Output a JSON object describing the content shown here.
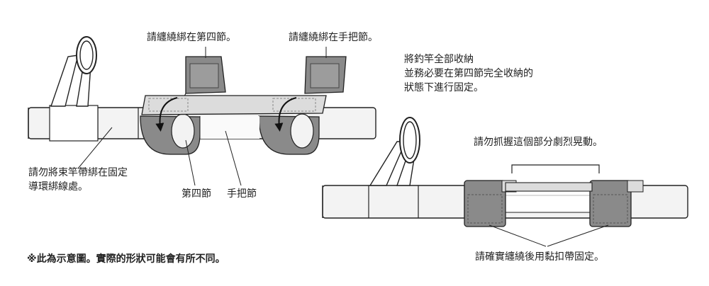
{
  "labels": {
    "wind_4th": "請纏繞綁在第四節。",
    "wind_handle": "請纏繞綁在手把節。",
    "store_line1": "將釣竿全部收納",
    "store_line2": "並務必要在第四節完全收納的",
    "store_line3": "狀態下進行固定。",
    "guide_line1": "請勿將束竿帶綁在固定",
    "guide_line2": "導環綁線處。",
    "part_4th": "第四節",
    "part_handle": "手把節",
    "no_shake": "請勿抓握這個部分劇烈晃動。",
    "velcro": "請確實纏繞後用黏扣帶固定。",
    "disclaimer": "※此為示意圖。實際的形狀可能會有所不同。"
  },
  "colors": {
    "strap_dark": "#8a8a8a",
    "strap_light": "#d9d9d9",
    "rod_fill": "#f2f2f2",
    "line": "#222222"
  }
}
